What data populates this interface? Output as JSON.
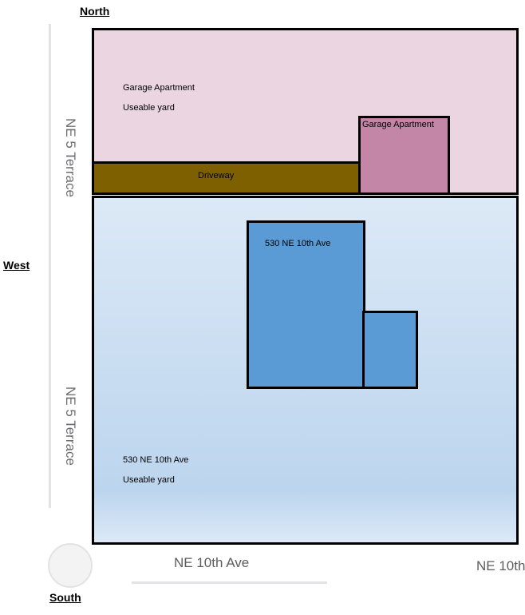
{
  "compass": {
    "north": "North",
    "west": "West",
    "south": "South"
  },
  "streets": {
    "west_top": "NE 5 Terrace",
    "west_bottom": "NE 5 Terrace",
    "south": "NE 10th Ave",
    "south_cut": "NE 10th"
  },
  "north_parcel": {
    "title": "Garage Apartment",
    "yard": "Useable yard",
    "color": "#ead5e1"
  },
  "driveway": {
    "label": "Driveway",
    "color": "#7f6000"
  },
  "garage": {
    "label": "Garage Apartment",
    "color": "#c386a6"
  },
  "house": {
    "label": "530 NE 10th Ave",
    "color": "#5b9bd5"
  },
  "south_parcel": {
    "title": "530 NE 10th Ave",
    "yard": "Useable yard",
    "color": "#c9ddf1"
  },
  "icons": {
    "roundabout": "roundabout-icon"
  }
}
